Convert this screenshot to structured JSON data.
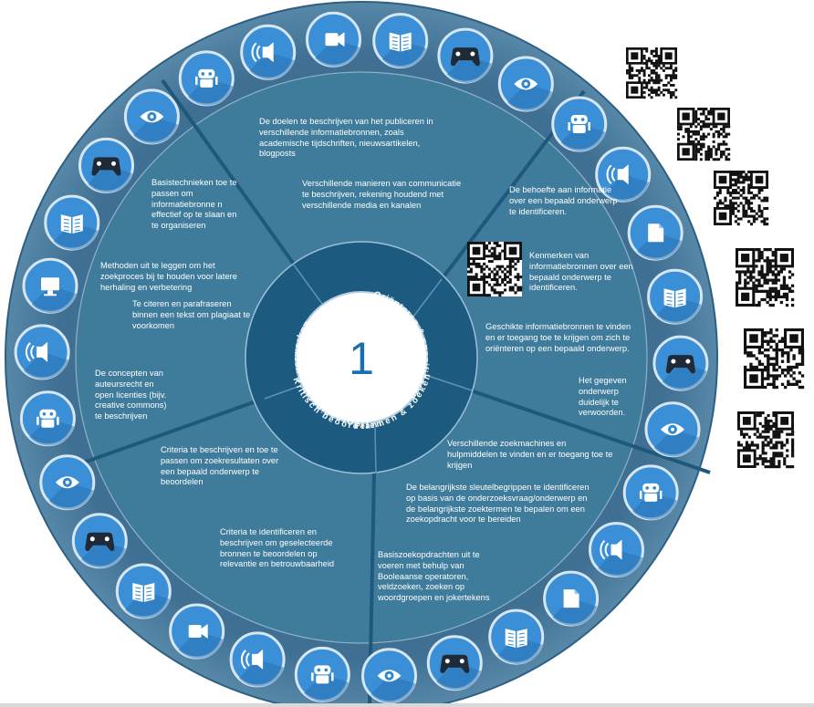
{
  "center_label": "1",
  "categories": [
    "Publiceren & communiceren",
    "Oriënteren & specificeren",
    "Plannen & zoeken",
    "Kritisch beoordelen",
    "Organiseren & verwerken"
  ],
  "texts": {
    "pub_1": "De doelen te beschrijven van het publiceren in verschillende informatiebronnen, zoals academische tijdschriften, nieuwsartikelen, blogposts",
    "pub_2": "Verschillende manieren van communicatie te beschrijven, rekening houdend met verschillende media en kanalen",
    "ori_1": "De behoefte aan informatie over een bepaald onderwerp te identificeren.",
    "ori_2": "Kenmerken van informatiebronnen over een bepaald onderwerp te identificeren.",
    "ori_3": "Geschikte informatiebronnen te vinden en er toegang toe te krijgen om zich te oriënteren op een bepaald onderwerp.",
    "ori_4": "Het gegeven onderwerp duidelijk te verwoorden.",
    "pla_1": "Verschillende zoekmachines en hulpmiddelen te vinden en er toegang toe te krijgen",
    "pla_2": "De belangrijkste sleutelbegrippen te identificeren op basis van de onderzoeksvraag/onderwerp en de belangrijkste zoektermen te bepalen om een zoekopdracht voor te bereiden",
    "pla_3": "Basiszoekopdrachten uit te voeren met behulp van Booleaanse operatoren, veldzoeken, zoeken op woordgroepen en jokertekens",
    "kri_1": "Criteria te beschrijven en toe te passen om zoekresultaten over een bepaald onderwerp te beoordelen",
    "kri_2": "Criteria te identificeren en beschrijven om geselecteerde bronnen te beoordelen op relevantie en betrouwbaarheid",
    "org_1": "Basistechnieken toe te passen om informatiebronne n effectief op te slaan en te organiseren",
    "org_2": "Methoden uit te leggen om het zoekproces bij te houden voor latere herhaling en verbetering",
    "org_3": "Te citeren en parafraseren binnen een tekst om plagiaat te voorkomen",
    "org_4": "De concepten van auteursrecht en open licenties (bijv. creative commons) te beschrijven"
  },
  "icons": [
    "sound-icon",
    "video-camera-icon",
    "book-icon",
    "gamepad-icon",
    "eye-icon",
    "robot-icon",
    "sound-icon",
    "document-icon",
    "book-icon",
    "gamepad-icon",
    "eye-icon",
    "robot-icon",
    "sound-icon",
    "document-icon",
    "book-icon",
    "gamepad-icon",
    "eye-icon",
    "robot-icon",
    "sound-icon",
    "video-camera-icon",
    "book-icon",
    "gamepad-icon",
    "eye-icon",
    "robot-icon",
    "sound-icon",
    "monitor-icon",
    "book-icon",
    "gamepad-icon",
    "eye-icon",
    "robot-icon"
  ],
  "colors": {
    "outer_ring": "#4c7e9f",
    "sector_fill": "#3d7898",
    "inner_ring": "#1c5a80",
    "icon_fill": "#2f88d0",
    "center": "#ffffff",
    "center_text": "#1a6fb3"
  }
}
